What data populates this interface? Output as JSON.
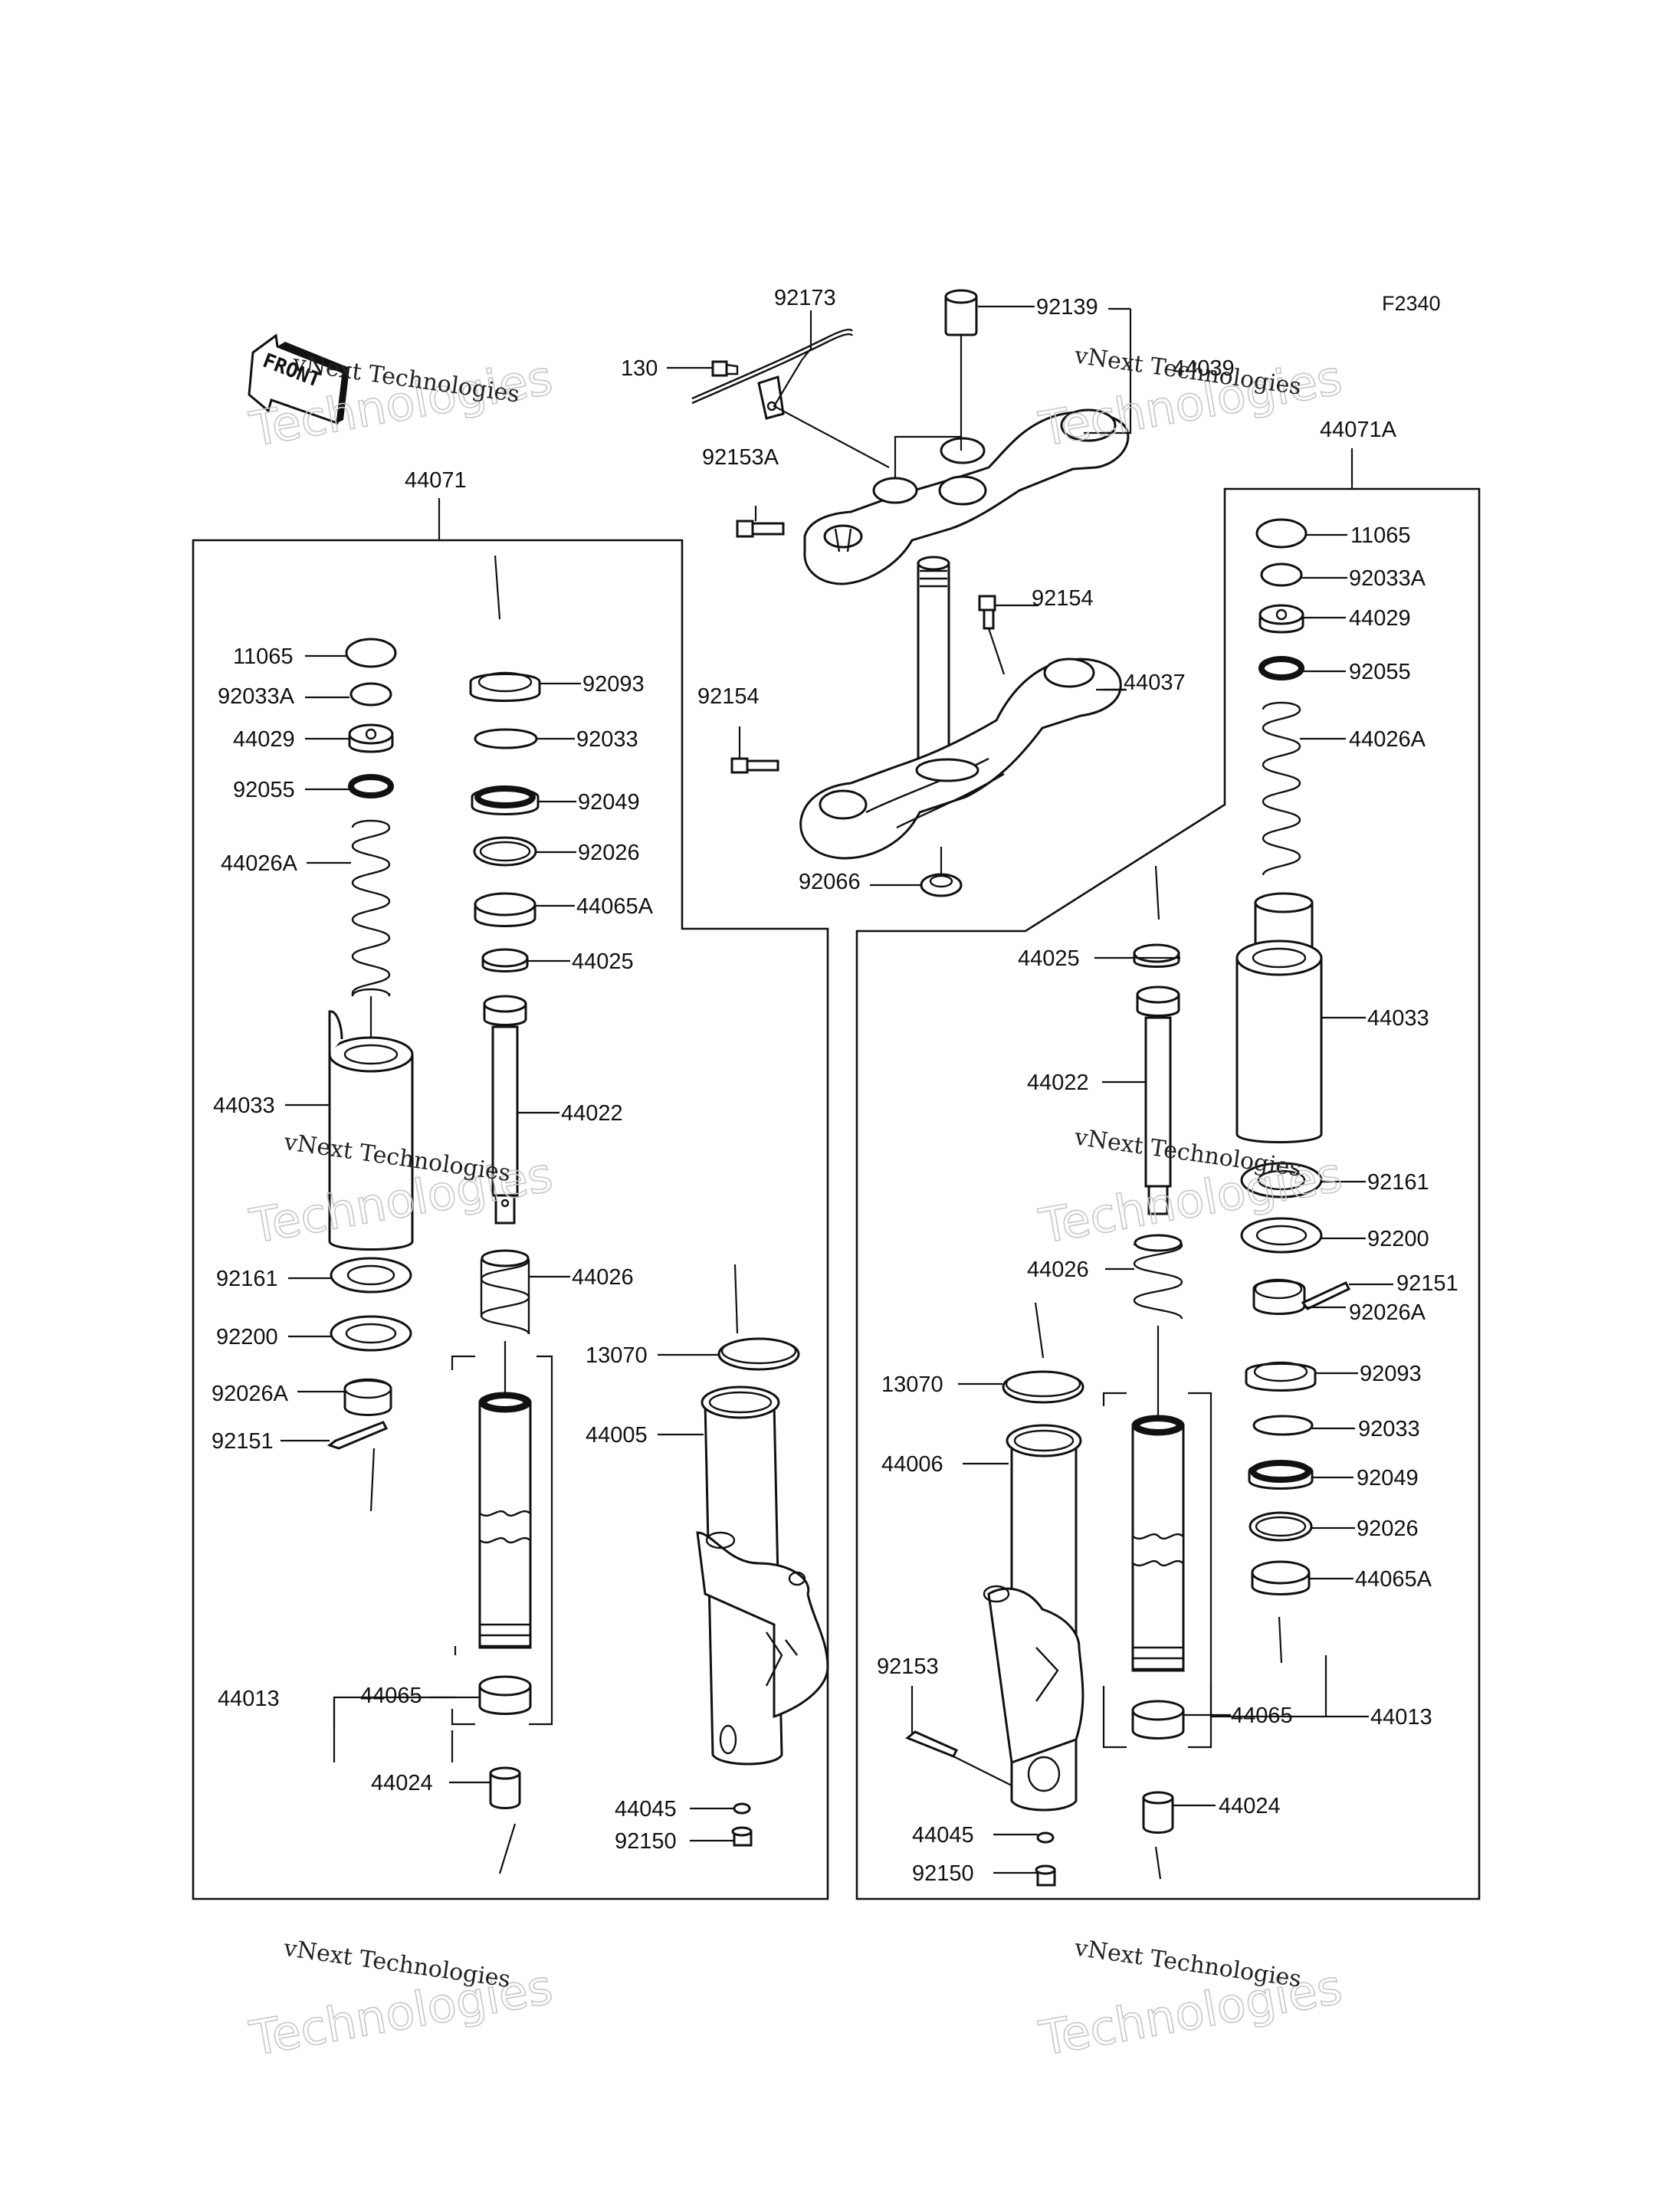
{
  "diagram": {
    "figure_code": "F2340",
    "front_label": "FRONT",
    "watermarks": [
      {
        "line1": "vNext Technologies",
        "line2": "Technologies"
      },
      {
        "line1": "vNext Technologies",
        "line2": "Technologies"
      },
      {
        "line1": "vNext Technologies",
        "line2": "Technologies"
      },
      {
        "line1": "vNext Technologies",
        "line2": "Technologies"
      },
      {
        "line1": "vNext Technologies",
        "line2": "Technologies"
      },
      {
        "line1": "vNext Technologies",
        "line2": "Technologies"
      }
    ],
    "top": {
      "clamp_labels": [
        "92173",
        "92139",
        "44039",
        "130",
        "92153A"
      ],
      "stem_labels": [
        "92154",
        "92154",
        "44037",
        "92066"
      ]
    },
    "left_assembly": {
      "header": "44071",
      "labels": [
        "11065",
        "92033A",
        "44029",
        "92055",
        "44026A",
        "44033",
        "92161",
        "92200",
        "92026A",
        "92151",
        "92093",
        "92033",
        "92049",
        "92026",
        "44065A",
        "44025",
        "44022",
        "44026",
        "44013",
        "44065",
        "44024",
        "13070",
        "44005",
        "44045",
        "92150"
      ]
    },
    "right_assembly": {
      "header": "44071A",
      "labels": [
        "11065",
        "92033A",
        "44029",
        "92055",
        "44026A",
        "44033",
        "92161",
        "92200",
        "92151",
        "92026A",
        "92093",
        "92033",
        "92049",
        "92026",
        "44065A",
        "44013",
        "44065",
        "44024",
        "44025",
        "44022",
        "44026",
        "13070",
        "44006",
        "92153",
        "44045",
        "92150"
      ]
    }
  }
}
